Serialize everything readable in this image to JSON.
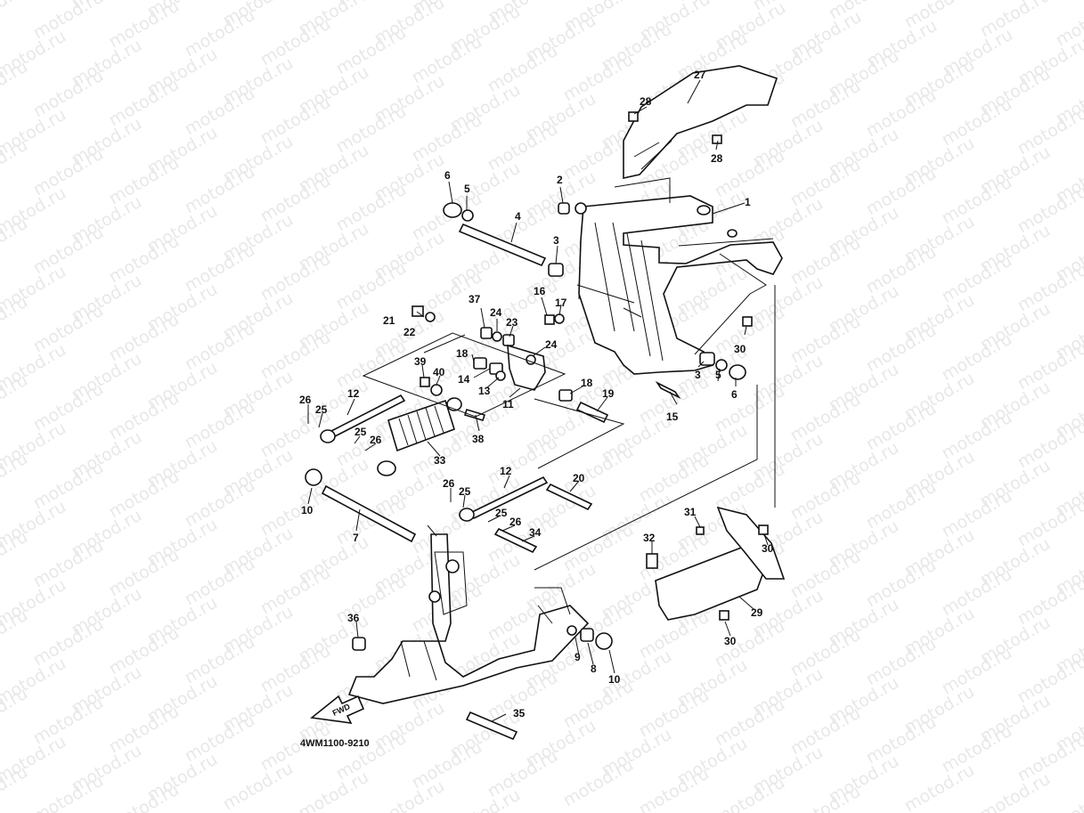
{
  "watermark": {
    "text": "motod.ru"
  },
  "diagram": {
    "code": "4WM1100-9210",
    "fwd_label": "FWD"
  },
  "callouts": [
    {
      "n": "1"
    },
    {
      "n": "2"
    },
    {
      "n": "3"
    },
    {
      "n": "4"
    },
    {
      "n": "5"
    },
    {
      "n": "6"
    },
    {
      "n": "3"
    },
    {
      "n": "5"
    },
    {
      "n": "6"
    },
    {
      "n": "7"
    },
    {
      "n": "8"
    },
    {
      "n": "9"
    },
    {
      "n": "10"
    },
    {
      "n": "10"
    },
    {
      "n": "11"
    },
    {
      "n": "12"
    },
    {
      "n": "12"
    },
    {
      "n": "13"
    },
    {
      "n": "14"
    },
    {
      "n": "15"
    },
    {
      "n": "16"
    },
    {
      "n": "17"
    },
    {
      "n": "18"
    },
    {
      "n": "18"
    },
    {
      "n": "19"
    },
    {
      "n": "20"
    },
    {
      "n": "21"
    },
    {
      "n": "22"
    },
    {
      "n": "23"
    },
    {
      "n": "24"
    },
    {
      "n": "24"
    },
    {
      "n": "25"
    },
    {
      "n": "25"
    },
    {
      "n": "25"
    },
    {
      "n": "25"
    },
    {
      "n": "26"
    },
    {
      "n": "26"
    },
    {
      "n": "26"
    },
    {
      "n": "26"
    },
    {
      "n": "27"
    },
    {
      "n": "28"
    },
    {
      "n": "28"
    },
    {
      "n": "29"
    },
    {
      "n": "30"
    },
    {
      "n": "30"
    },
    {
      "n": "30"
    },
    {
      "n": "31"
    },
    {
      "n": "32"
    },
    {
      "n": "33"
    },
    {
      "n": "34"
    },
    {
      "n": "35"
    },
    {
      "n": "36"
    },
    {
      "n": "37"
    },
    {
      "n": "38"
    },
    {
      "n": "39"
    },
    {
      "n": "40"
    }
  ]
}
